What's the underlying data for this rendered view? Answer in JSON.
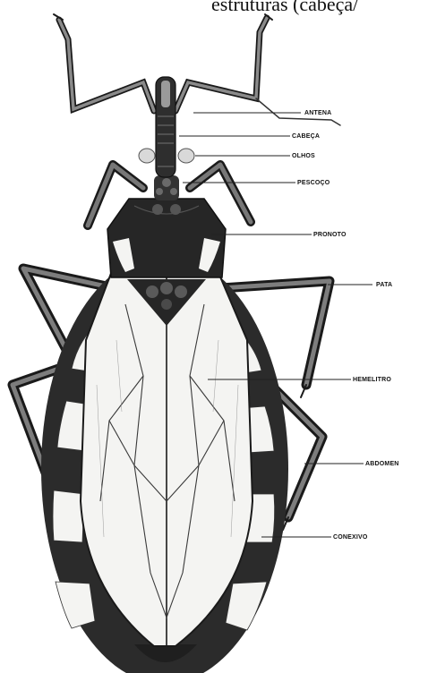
{
  "caption": "estruturas (cabeça/",
  "labels": {
    "antena": "ANTENA",
    "cabeca": "CABEÇA",
    "olhos": "OLHOS",
    "pescoco": "PESCOÇO",
    "pronoto": "PRONOTO",
    "pata": "PATA",
    "hemelitro": "HEMELITRO",
    "abdomen": "ABDOMEN",
    "conexivo": "CONEXIVO"
  },
  "colors": {
    "ink": "#1a1a1a",
    "dark": "#2b2b2b",
    "mid": "#6f6f6f",
    "light": "#f4f4f2",
    "eye": "#d9d9d9"
  }
}
